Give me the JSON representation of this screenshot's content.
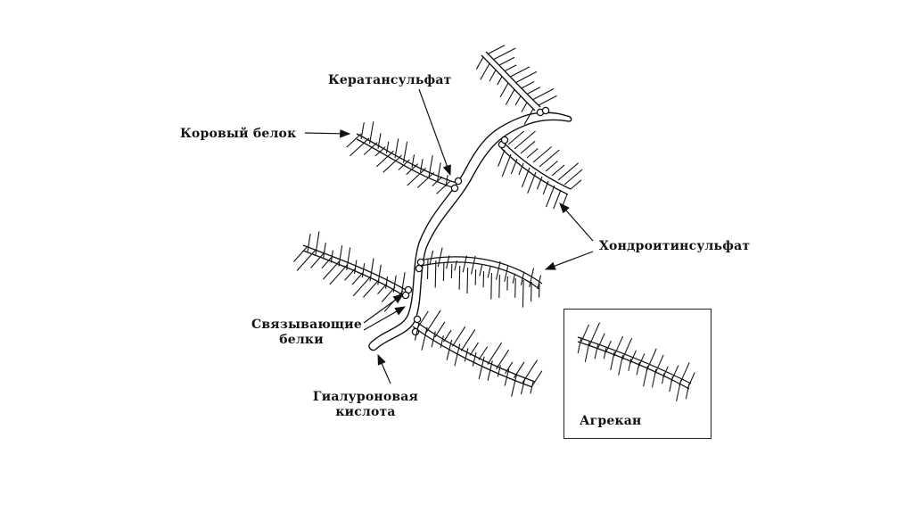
{
  "labels": {
    "keratan": "Кератансульфат",
    "core_protein": "Коровый белок",
    "chondroitin": "Хондроитинсульфат",
    "link_proteins_line1": "Связывающие",
    "link_proteins_line2": "белки",
    "hyaluronic_line1": "Гиалуроновая",
    "hyaluronic_line2": "кислота",
    "aggrecan": "Агрекан"
  },
  "colors": {
    "ink": "#111111",
    "background": "#ffffff"
  }
}
